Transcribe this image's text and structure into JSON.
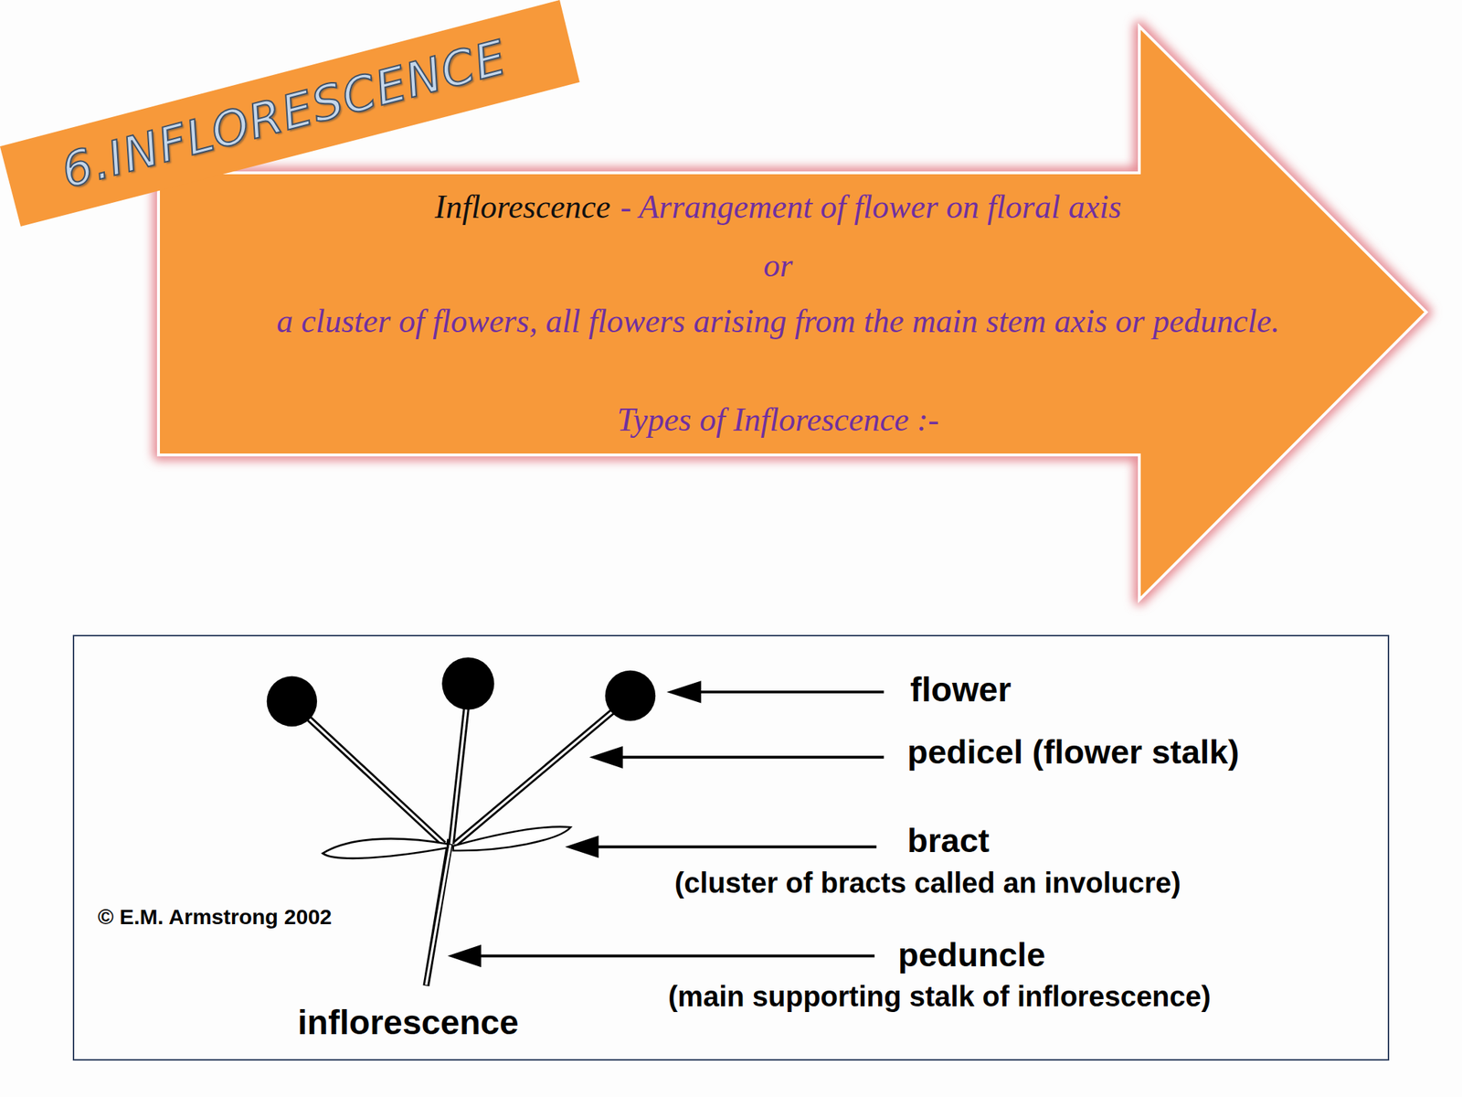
{
  "diagram": {
    "title": "6.INFLORESCENCE",
    "nodes": [
      {
        "text": [
          "Inflorescence",
          "- Arrangement of flower on floral axis",
          "or",
          "a cluster of flowers, all flowers arising from the main stem axis or peduncle.",
          "Types of Inflorescence :-"
        ]
      },
      {
        "text": [
          "flower",
          "pedicel (flower stalk)",
          "bract",
          "(cluster of bracts called an involucre)",
          "© E.M. Armstrong 2002",
          "peduncle",
          "(main supporting stalk of inflorescence)",
          "inflorescence"
        ]
      }
    ]
  }
}
